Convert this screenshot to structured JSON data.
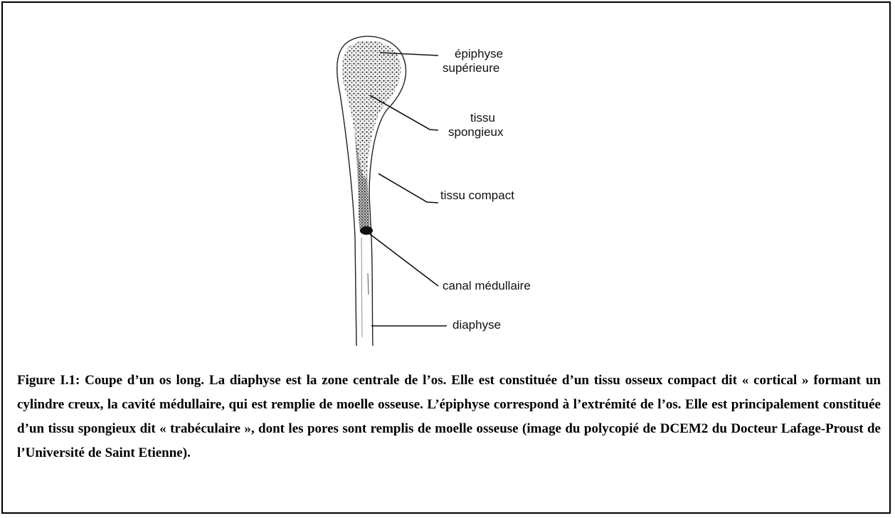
{
  "labels": {
    "epiphyse": "épiphyse",
    "superieure": "supérieure",
    "tissu": "tissu",
    "spongieux": "spongieux",
    "tissu_compact": "tissu compact",
    "canal_medullaire": "canal médullaire",
    "diaphyse": "diaphyse"
  },
  "caption": {
    "text": "Figure I.1: Coupe d’un os long. La diaphyse est la zone centrale de l’os. Elle est constituée d’un tissu osseux compact dit « cortical » formant un cylindre creux, la cavité médullaire, qui est remplie de moelle osseuse. L’épiphyse correspond à l’extrémité de l’os. Elle est principalement constituée d’un tissu spongieux dit « trabéculaire », dont les pores sont remplis de moelle osseuse (image du polycopié de DCEM2 du Docteur Lafage-Proust de l’Université de Saint Etienne)."
  }
}
